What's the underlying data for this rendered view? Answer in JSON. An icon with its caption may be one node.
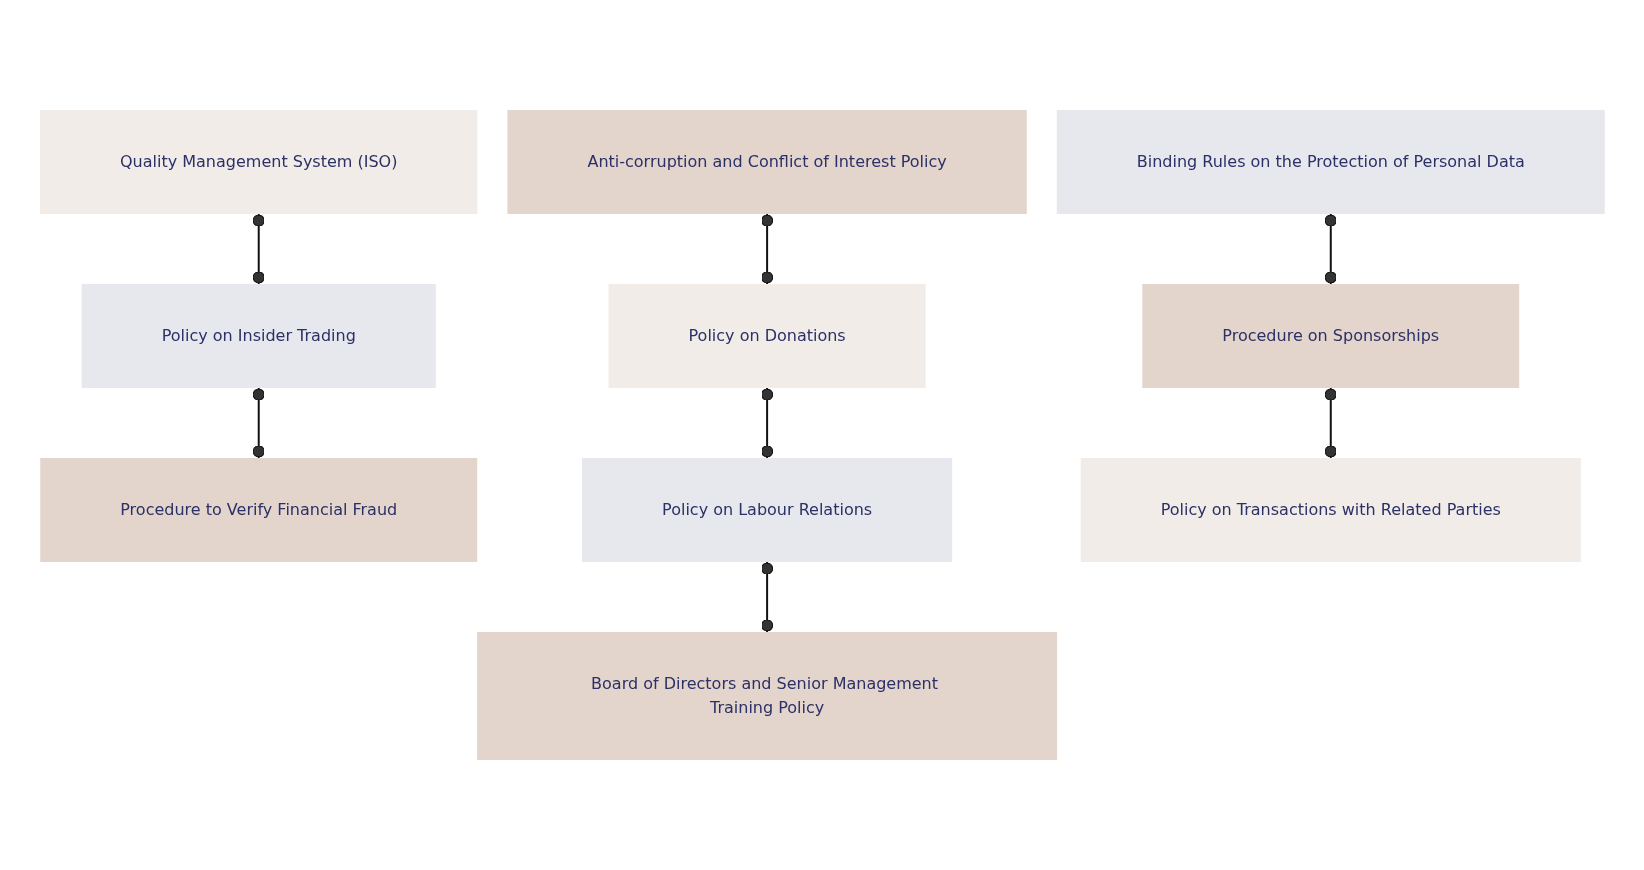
{
  "diagram": {
    "nodes": [
      {
        "text": [
          "Quality Management System (ISO)"
        ]
      },
      {
        "text": [
          "Anti-corruption and Conflict of Interest Policy"
        ]
      },
      {
        "text": [
          "Binding Rules on the Protection of Personal Data"
        ]
      },
      {
        "text": [
          "Policy on Insider Trading"
        ]
      },
      {
        "text": [
          "Policy on Donations"
        ]
      },
      {
        "text": [
          "Procedure on Sponsorships"
        ]
      },
      {
        "text": [
          "Procedure to Verify Financial Fraud"
        ]
      },
      {
        "text": [
          "Policy on Labour Relations"
        ]
      },
      {
        "text": [
          "Policy on Transactions with Related Parties"
        ]
      },
      {
        "text": [
          "Board of Directors and Senior Management Training Policy"
        ]
      }
    ],
    "edges": [
      {
        "from": 0,
        "to": 3,
        "arrow": "other"
      },
      {
        "from": 3,
        "to": 6,
        "arrow": "other"
      },
      {
        "from": 1,
        "to": 4,
        "arrow": "other"
      },
      {
        "from": 4,
        "to": 7,
        "arrow": "other"
      },
      {
        "from": 7,
        "to": 9,
        "arrow": "other"
      },
      {
        "from": 2,
        "to": 5,
        "arrow": "other"
      },
      {
        "from": 5,
        "to": 8,
        "arrow": "other"
      }
    ]
  }
}
